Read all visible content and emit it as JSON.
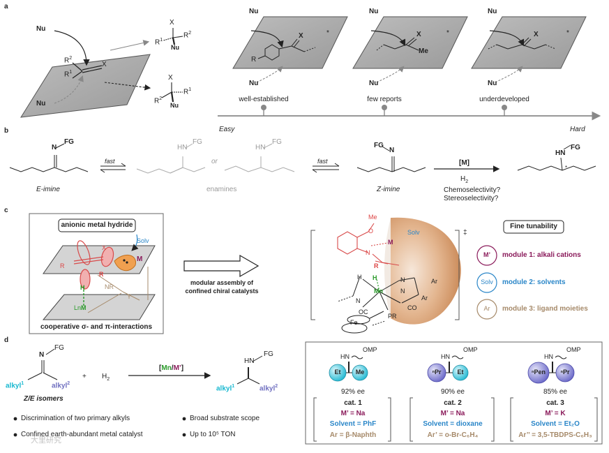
{
  "panels": {
    "a": "a",
    "b": "b",
    "c": "c",
    "d": "d"
  },
  "panel_a": {
    "nu": "Nu",
    "x": "X",
    "r1": "R",
    "r1_sup": "1",
    "r2": "R",
    "r2_sup": "2",
    "star": "*",
    "me": "Me",
    "r": "R",
    "steps": [
      "well-established",
      "few reports",
      "underdeveloped"
    ],
    "easy": "Easy",
    "hard": "Hard"
  },
  "panel_b": {
    "fg": "FG",
    "n": "N",
    "hn": "HN",
    "e_imine": "E-imine",
    "fast": "fast",
    "or": "or",
    "enamines": "enamines",
    "z_imine": "Z-imine",
    "catalyst": "[M]",
    "h2": "H",
    "h2_sub": "2",
    "questions": [
      "Chemoselectivity?",
      "Stereoselectivity?"
    ]
  },
  "panel_c": {
    "hydride_title": "anionic metal hydride",
    "solv": "Solv",
    "mplus": "M",
    "lnm": "Ln",
    "nr": "NR",
    "y": "Y",
    "r1": "R",
    "r2": "R",
    "x": "X",
    "h": "H",
    "caption": "cooperative σ- and π-interactions",
    "arrow_text_1": "modular assembly of",
    "arrow_text_2": "confined chiral catalysts",
    "me": "Me",
    "o": "O",
    "n": "N",
    "mn": "Mn",
    "oc": "OC",
    "co": "CO",
    "ar": "Ar",
    "pr2": "PR",
    "fe": "Fe",
    "dagger": "‡",
    "fine_title": "Fine tunability",
    "modules": [
      {
        "badge": "M’",
        "text": "module 1: alkali cations",
        "color": "#8a1a5a"
      },
      {
        "badge": "Solv",
        "text": "module 2: solvents",
        "color": "#2a86c8"
      },
      {
        "badge": "Ar",
        "text": "module 3: ligand moieties",
        "color": "#a68a6a"
      }
    ]
  },
  "panel_d": {
    "fg": "FG",
    "n": "N",
    "alkyl1": "alkyl",
    "alkyl2": "alkyl",
    "plus": "+",
    "h2": "H",
    "catalyst_left": "[",
    "catalyst_mn": "Mn",
    "catalyst_slash": "/",
    "catalyst_m": "M’",
    "catalyst_right": "]",
    "isomers": "Z/E isomers",
    "hn": "HN",
    "bullets": [
      "Discrimination of two primary alkyls",
      "Confined earth-abundant metal catalyst",
      "Broad substrate scope",
      "Up to 10⁵ TON"
    ],
    "omp": "OMP",
    "catalysts": [
      {
        "left": "Et",
        "right": "Me",
        "ee": "92% ee",
        "cat": "cat. 1",
        "m": "M’ = Na",
        "solvent": "Solvent = PhF",
        "ar": "Ar = β-Naphth",
        "left_color": "#2fc3dc",
        "right_color": "#5fcbe4"
      },
      {
        "left": "ⁿPr",
        "right": "Et",
        "ee": "90% ee",
        "cat": "cat. 2",
        "m": "M’ = Na",
        "solvent": "Solvent = dioxane",
        "ar": "Ar’ = o-Br-C₆H₄",
        "left_color": "#8a88d8",
        "right_color": "#2fc3dc"
      },
      {
        "left": "ⁿPen",
        "right": "ⁿPr",
        "ee": "85% ee",
        "cat": "cat. 3",
        "m": "M’ = K",
        "solvent": "Solvent = Et₂O",
        "ar": "Ar’’ = 3,5-TBDPS-C₆H₃",
        "left_color": "#6a68c8",
        "right_color": "#8a88d8"
      }
    ],
    "watermark": "大里研究"
  },
  "colors": {
    "plane": "#a8a8a8",
    "plane_edge": "#555555",
    "red": "#d84a4a",
    "orange": "#e88a3a",
    "green": "#2a9a2a",
    "cone": "#d99a6a"
  }
}
